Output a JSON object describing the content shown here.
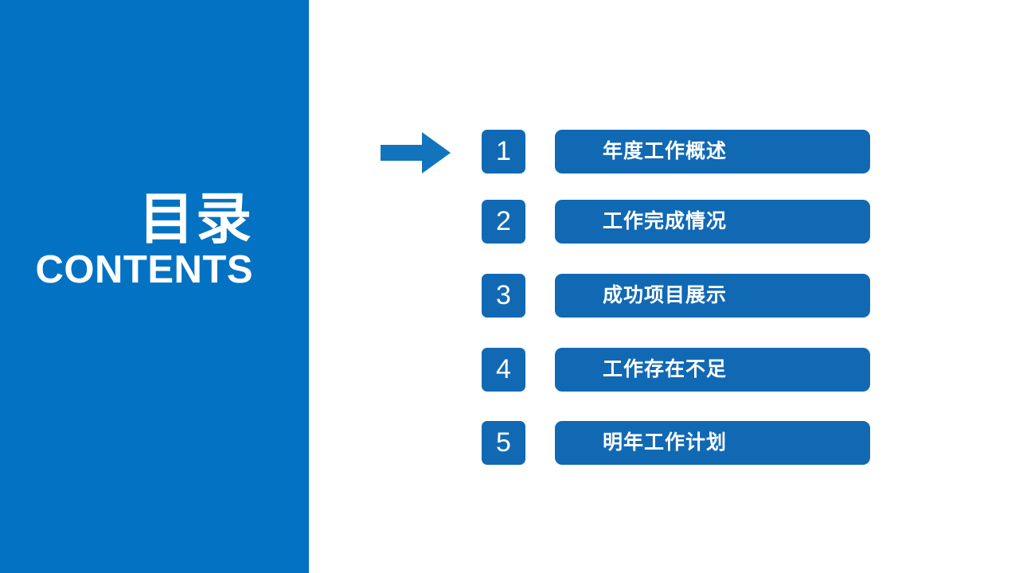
{
  "slide": {
    "background_color": "#ffffff",
    "panel_color": "#0372c3",
    "accent_color": "#1169b4",
    "text_color": "#ffffff"
  },
  "left_panel": {
    "title_cn": "目录",
    "title_en": "CONTENTS"
  },
  "marker": {
    "icon": "arrow-right-icon"
  },
  "toc": {
    "items": [
      {
        "number": "1",
        "label": "年度工作概述"
      },
      {
        "number": "2",
        "label": "工作完成情况"
      },
      {
        "number": "3",
        "label": "成功项目展示"
      },
      {
        "number": "4",
        "label": "工作存在不足"
      },
      {
        "number": "5",
        "label": "明年工作计划"
      }
    ]
  }
}
